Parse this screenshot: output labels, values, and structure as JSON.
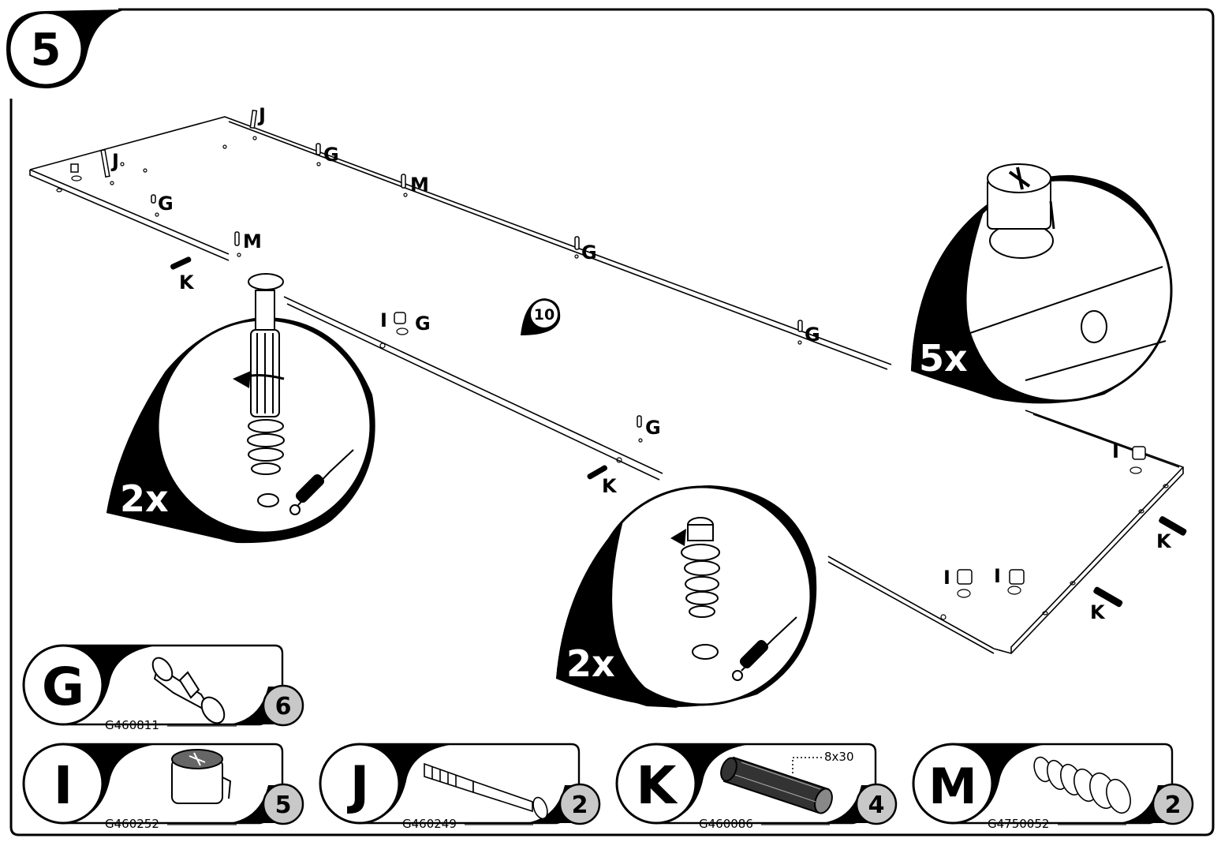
{
  "step": {
    "number": "5"
  },
  "center_marker": "10",
  "callouts": {
    "left_cam_bolt": {
      "count": "2x"
    },
    "right_cam_lock": {
      "count": "5x"
    },
    "middle_dowel": {
      "count": "2x"
    }
  },
  "board_labels": {
    "j": "J",
    "g": "G",
    "m": "M",
    "k": "K",
    "i": "I"
  },
  "parts": [
    {
      "letter": "G",
      "code": "G460811",
      "qty": "6",
      "icon": "wood-dowel-icon"
    },
    {
      "letter": "I",
      "code": "G460252",
      "qty": "5",
      "icon": "cam-lock-icon"
    },
    {
      "letter": "J",
      "code": "G460249",
      "qty": "2",
      "icon": "cam-bolt-icon"
    },
    {
      "letter": "K",
      "code": "G460086",
      "qty": "4",
      "icon": "fluted-dowel-icon",
      "dimension": "8x30"
    },
    {
      "letter": "M",
      "code": "G4750052",
      "qty": "2",
      "icon": "connector-insert-icon"
    }
  ],
  "colors": {
    "ink": "#000000",
    "paper": "#ffffff",
    "badge": "#c8c8c8"
  }
}
